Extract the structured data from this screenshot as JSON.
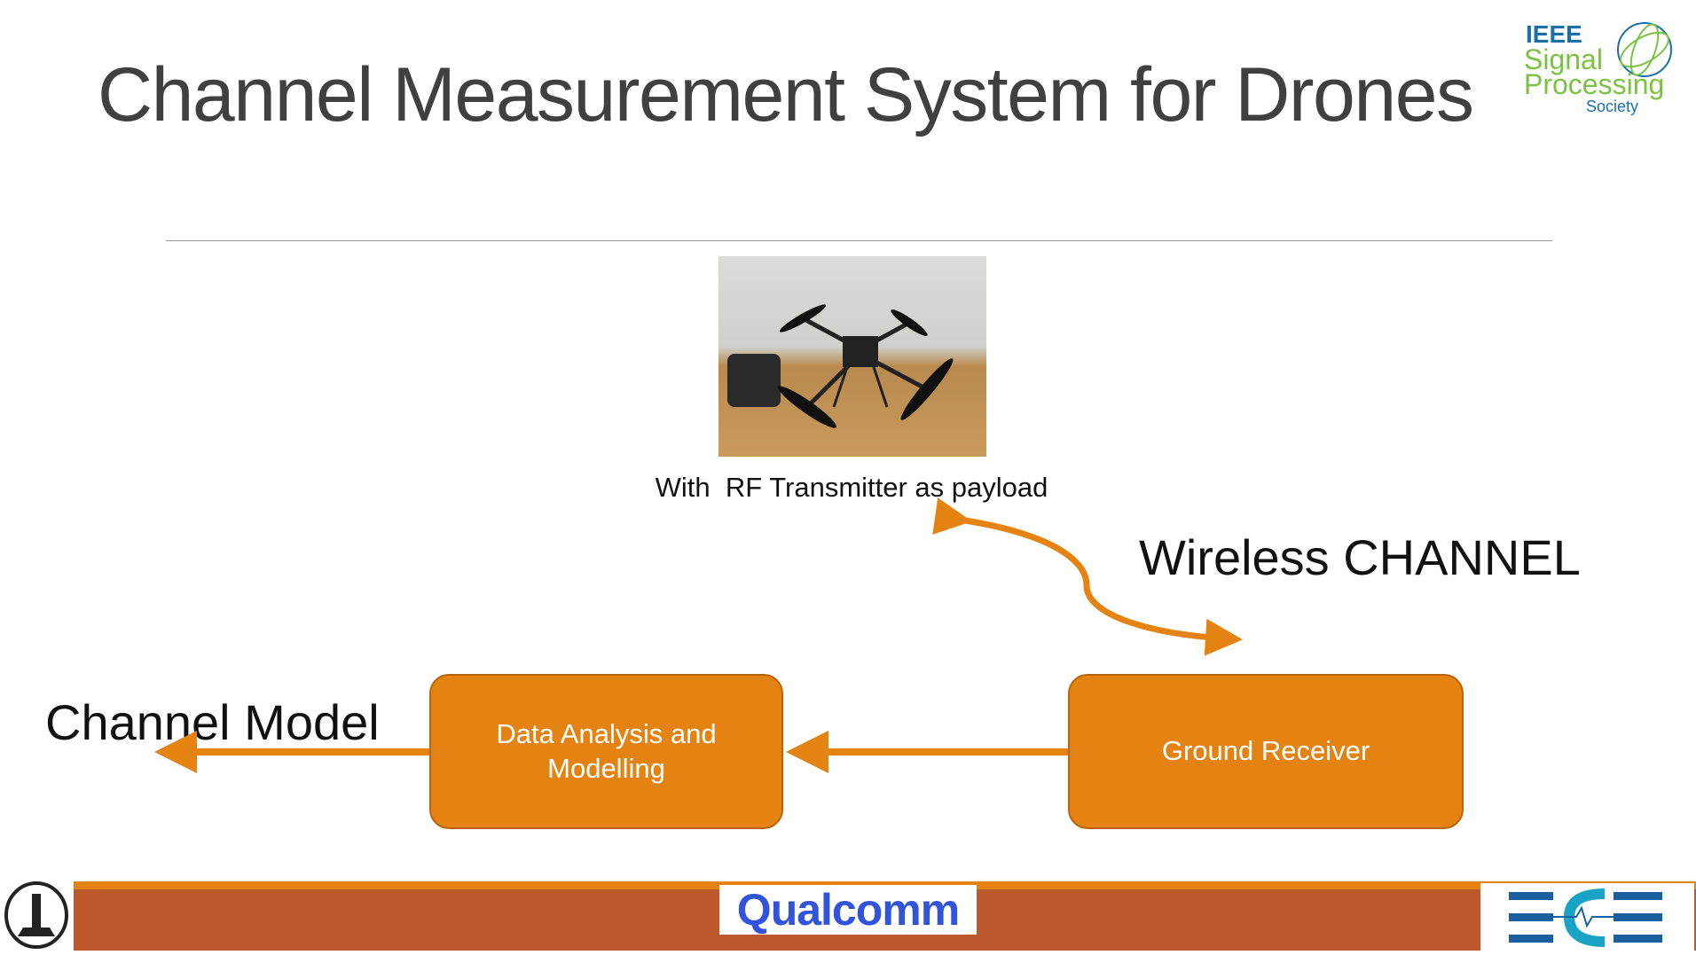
{
  "slide": {
    "title": "Channel Measurement System for Drones",
    "photo_caption": "With  RF Transmitter as payload",
    "wireless_label": "Wireless CHANNEL",
    "channel_model_label": "Channel Model",
    "boxes": {
      "data_analysis": "Data Analysis and Modelling",
      "ground_receiver": "Ground Receiver"
    }
  },
  "logos": {
    "ieee_sps": {
      "line1": "IEEE",
      "line2": "Signal",
      "line3": "Processing",
      "line4": "Society"
    },
    "qualcomm": "Qualcomm",
    "ece": "ECE"
  },
  "colors": {
    "accent": "#E48312",
    "footer": "#BC582C",
    "title": "#404040"
  }
}
